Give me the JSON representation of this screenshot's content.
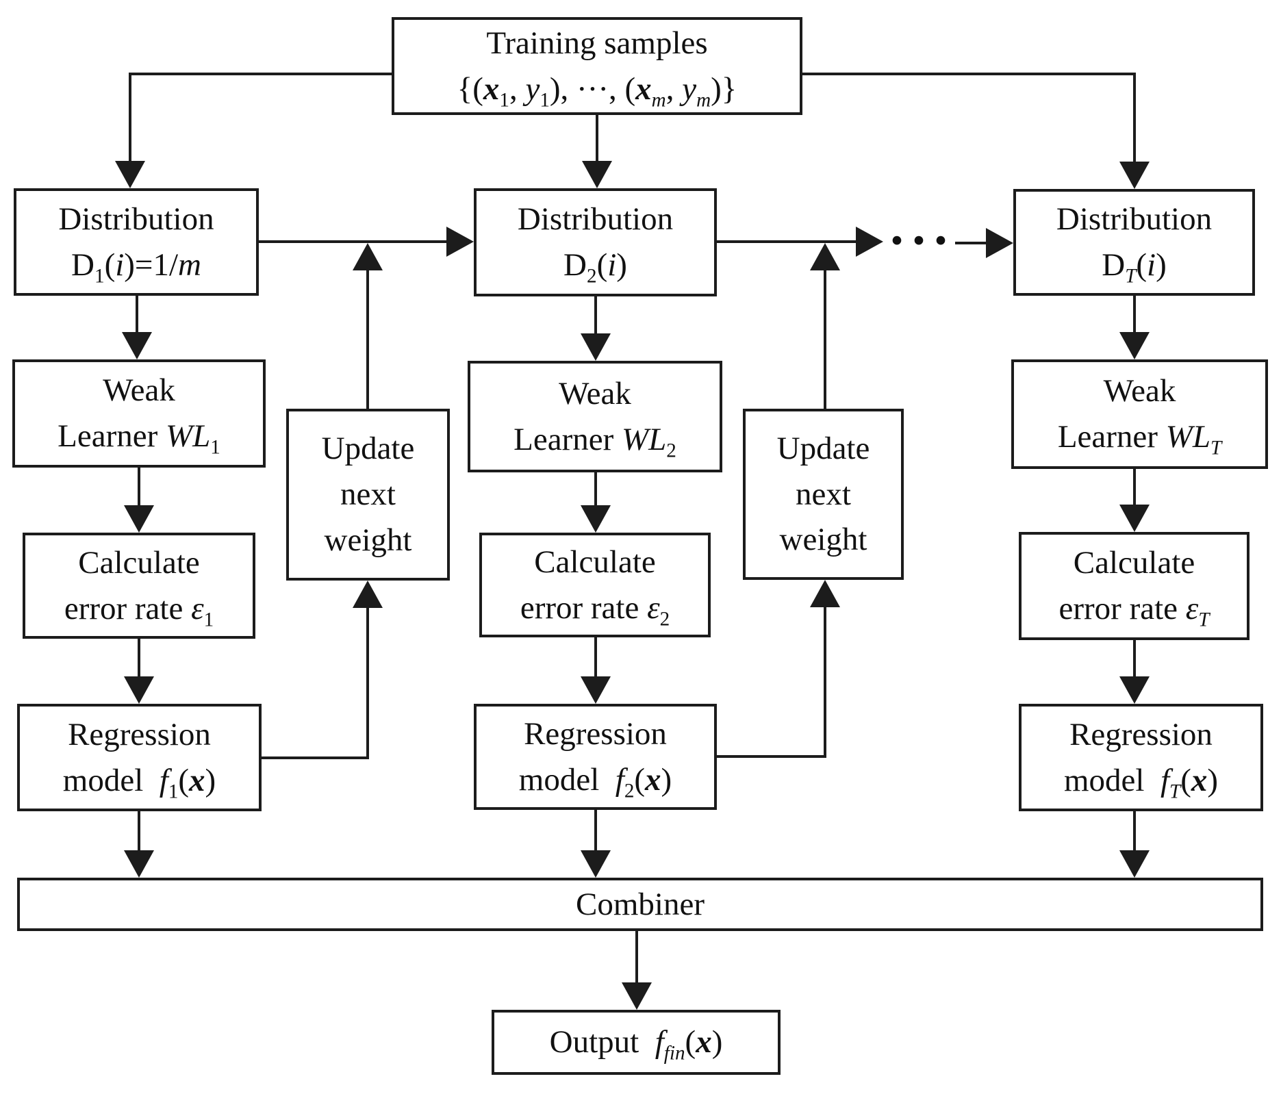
{
  "diagram": {
    "training": {
      "line1": "Training samples",
      "line2": "{(**x**~1~, *y*~1~), ···, (**x**~*m*~, *y*~*m*~)}"
    },
    "dist1": {
      "line1": "Distribution",
      "line2": "D~1~(*i*)=1/*m*"
    },
    "dist2": {
      "line1": "Distribution",
      "line2": "D~2~(*i*)"
    },
    "distT": {
      "line1": "Distribution",
      "line2": "D~*T*~(*i*)"
    },
    "wl1": {
      "line1": "Weak",
      "line2": "Learner *WL*~1~"
    },
    "wl2": {
      "line1": "Weak",
      "line2": "Learner *WL*~2~"
    },
    "wlT": {
      "line1": "Weak",
      "line2": "Learner *WL*~*T*~"
    },
    "calc1": {
      "line1": "Calculate",
      "line2": "error rate *ε*~1~"
    },
    "calc2": {
      "line1": "Calculate",
      "line2": "error rate *ε*~2~"
    },
    "calcT": {
      "line1": "Calculate",
      "line2": "error rate *ε*~*T*~"
    },
    "reg1": {
      "line1": "Regression",
      "line2": "model  *f*~1~(**x**)"
    },
    "reg2": {
      "line1": "Regression",
      "line2": "model  *f*~2~(**x**)"
    },
    "regT": {
      "line1": "Regression",
      "line2": "model  *f*~*T*~(**x**)"
    },
    "update1": {
      "line1": "Update",
      "line2": "next",
      "line3": "weight"
    },
    "update2": {
      "line1": "Update",
      "line2": "next",
      "line3": "weight"
    },
    "combiner": {
      "label": "Combiner"
    },
    "output": {
      "label": "Output  *f*~*fin*~(**x**)"
    },
    "ellipsis": "···",
    "colors": {
      "line": "#1c1c1c",
      "box_fill": "#ffffff",
      "background": "#ffffff"
    }
  }
}
